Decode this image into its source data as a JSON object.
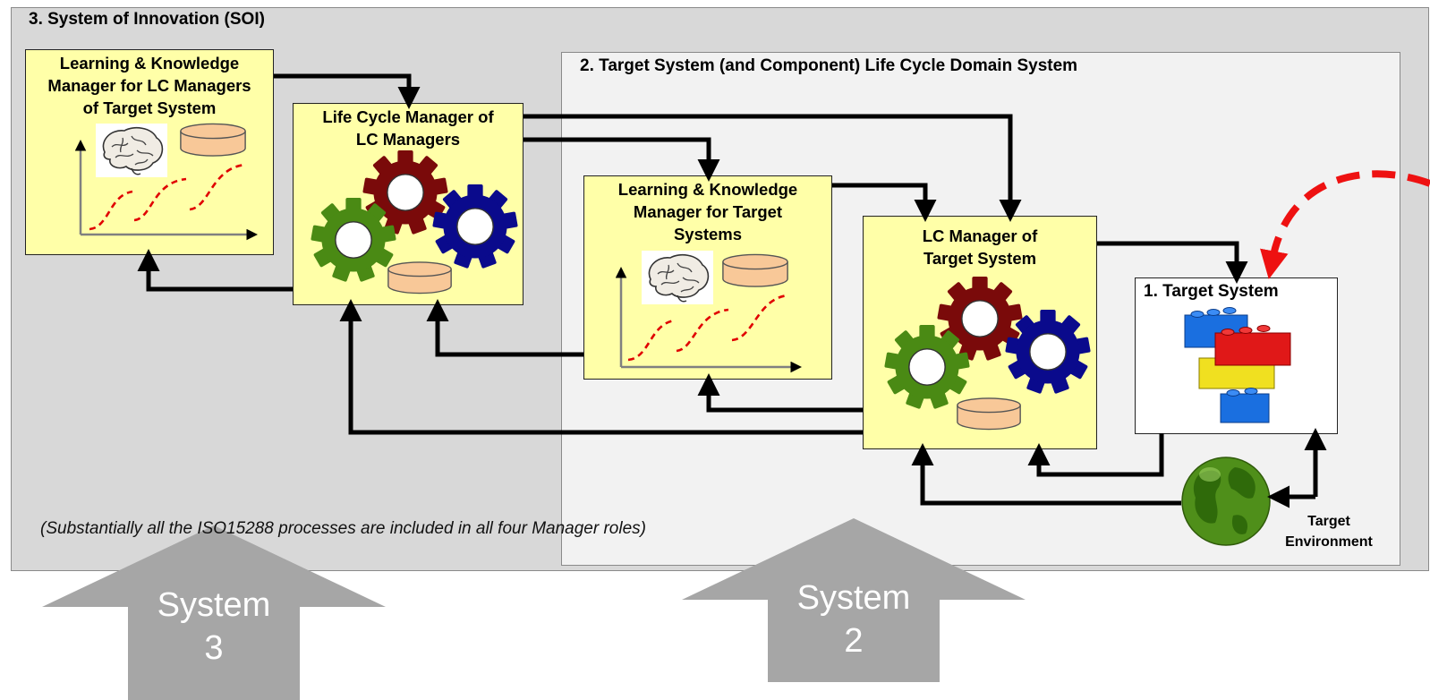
{
  "soi": {
    "title": "3.  System of Innovation (SOI)"
  },
  "domain": {
    "title": "2.  Target System (and Component)  Life Cycle Domain System"
  },
  "boxes": {
    "lk_lc_managers": "Learning & Knowledge\nManager for LC Managers\nof Target System",
    "lc_of_lc_managers": "Life Cycle Manager of\nLC Managers",
    "lk_target_systems": "Learning & Knowledge\nManager for Target\nSystems",
    "lc_manager_target": "LC Manager of\nTarget System",
    "target_system": "1. Target System"
  },
  "environment_label": "Target\nEnvironment",
  "note": "(Substantially all the ISO15288 processes are included in all four Manager roles)",
  "system_arrows": {
    "system3": "System\n3",
    "system2": "System\n2"
  },
  "colors": {
    "box_fill": "#ffffa8",
    "gear_red": "#7a0a0a",
    "gear_blue": "#0a0a8c",
    "gear_green": "#4a8a14",
    "database": "#f8c898",
    "curve": "#e00000",
    "feedback_arrow": "#ee1111",
    "big_arrow": "#a6a6a6"
  }
}
